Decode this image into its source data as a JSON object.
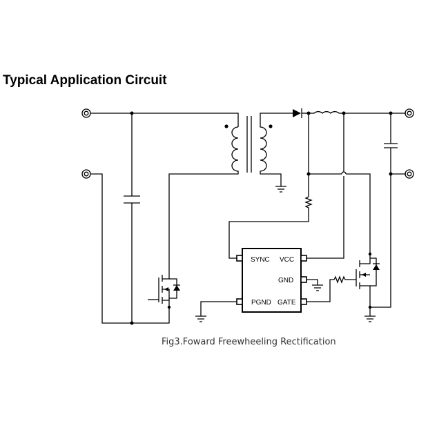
{
  "title": "Typical Application Circuit",
  "caption": "Fig3.Foward Freewheeling Rectification",
  "ic": {
    "pins": {
      "sync": "SYNC",
      "vcc": "VCC",
      "gnd": "GND",
      "pgnd": "PGND",
      "gate": "GATE"
    }
  }
}
